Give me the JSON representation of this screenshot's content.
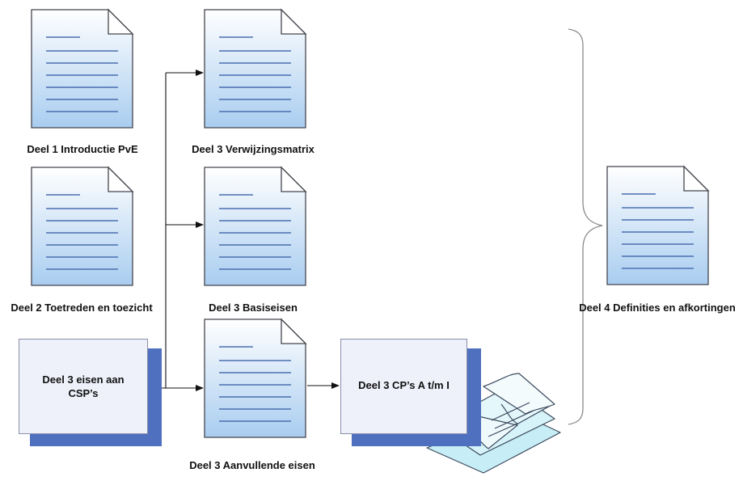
{
  "documents": [
    {
      "id": "deel1",
      "label": "Deel 1 Introductie PvE"
    },
    {
      "id": "deel2",
      "label": "Deel 2 Toetreden en toezicht"
    },
    {
      "id": "verwijzing",
      "label": "Deel 3 Verwijzingsmatrix"
    },
    {
      "id": "basis",
      "label": "Deel 3 Basiseisen"
    },
    {
      "id": "aanvullend",
      "label": "Deel 3 Aanvullende eisen"
    },
    {
      "id": "deel4",
      "label": "Deel 4 Definities en afkortingen"
    }
  ],
  "boxes": {
    "csp": {
      "line1": "Deel 3 eisen aan",
      "line2": "CSP’s"
    },
    "cp": {
      "label": "Deel 3 CP’s A t/m I"
    }
  },
  "colors": {
    "doc_fill_top": "#ffffff",
    "doc_fill_bottom": "#a9cdf0",
    "doc_border": "#45464e",
    "doc_lines": "#4a6fb0",
    "box_fill": "#eef0fa",
    "box_shadow": "#4f70bf",
    "stack_fill": "#c7eef6"
  }
}
